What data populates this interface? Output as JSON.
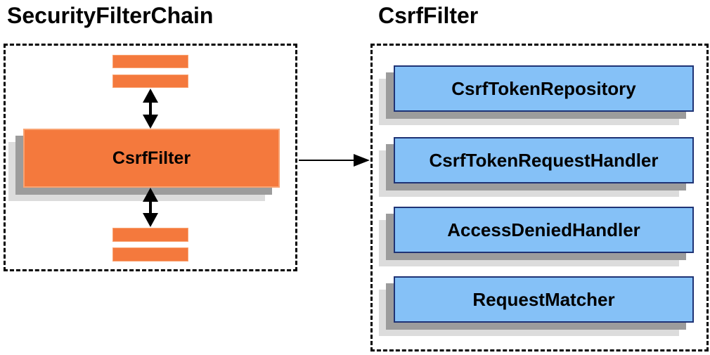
{
  "left_panel": {
    "title": "SecurityFilterChain",
    "filter_box": {
      "label": "CsrfFilter"
    },
    "other_filter_bars": [
      "filter-bar",
      "filter-bar",
      "filter-bar",
      "filter-bar"
    ]
  },
  "right_panel": {
    "title": "CsrfFilter",
    "components": [
      {
        "label": "CsrfTokenRepository"
      },
      {
        "label": "CsrfTokenRequestHandler"
      },
      {
        "label": "AccessDeniedHandler"
      },
      {
        "label": "RequestMatcher"
      }
    ]
  },
  "colors": {
    "orange": "#f4793d",
    "orange_border": "#f9a473",
    "blue": "#85c1f7",
    "blue_border": "#1f3375",
    "shadow_dark": "#9c9c9c",
    "shadow_light": "#dcdcdc",
    "ink": "#000000"
  }
}
